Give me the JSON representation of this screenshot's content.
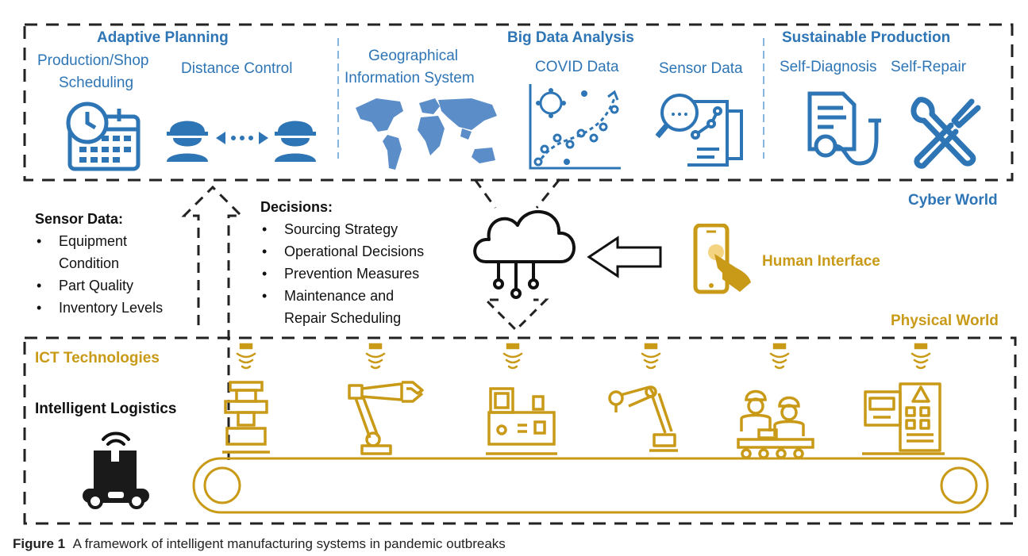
{
  "cyber": {
    "world_label": "Cyber World",
    "adaptive_planning": {
      "title": "Adaptive Planning",
      "production_line1": "Production/Shop",
      "production_line2": "Scheduling",
      "distance_control": "Distance Control"
    },
    "big_data": {
      "title": "Big Data Analysis",
      "gis_line1": "Geographical",
      "gis_line2": "Information System",
      "covid": "COVID Data",
      "sensor": "Sensor Data"
    },
    "sustainable": {
      "title": "Sustainable Production",
      "self_diagnosis": "Self-Diagnosis",
      "self_repair": "Self-Repair"
    }
  },
  "sensor_data": {
    "title": "Sensor Data:",
    "items": [
      "Equipment",
      "Condition",
      "Part Quality",
      "Inventory Levels"
    ]
  },
  "decisions": {
    "title": "Decisions:",
    "items": [
      "Sourcing Strategy",
      "Operational Decisions",
      "Prevention Measures",
      "Maintenance and",
      "Repair Scheduling"
    ]
  },
  "human_interface": "Human Interface",
  "physical": {
    "world_label": "Physical World",
    "ict": "ICT Technologies",
    "logistics": "Intelligent Logistics"
  },
  "caption": {
    "label": "Figure 1",
    "text": "A framework of intelligent manufacturing systems in pandemic outbreaks"
  },
  "colors": {
    "cyber_blue": "#2e75b6",
    "physical_gold": "#c99a17",
    "line_dark": "#222222"
  }
}
